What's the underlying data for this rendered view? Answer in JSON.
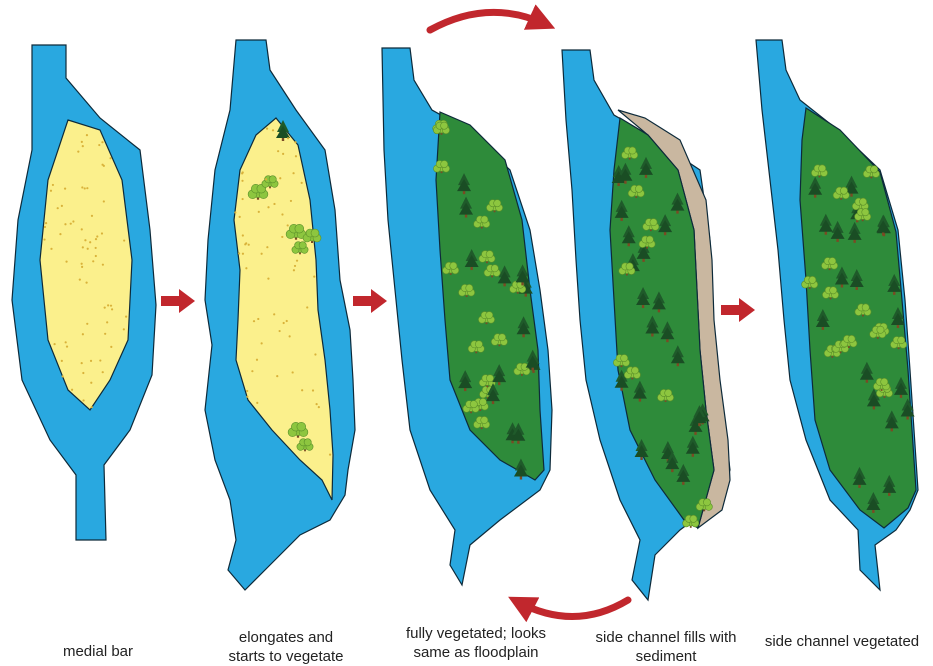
{
  "stages": [
    {
      "id": "medial-bar",
      "caption_lines": [
        "medial bar"
      ]
    },
    {
      "id": "elongates",
      "caption_lines": [
        "elongates and",
        "starts to vegetate"
      ]
    },
    {
      "id": "fully-vegetated",
      "caption_lines": [
        "fully vegetated; looks",
        "same as floodplain"
      ]
    },
    {
      "id": "side-channel-fills",
      "caption_lines": [
        "side channel fills with",
        "sediment"
      ]
    },
    {
      "id": "side-channel-vegetated",
      "caption_lines": [
        "side channel vegetated"
      ]
    }
  ],
  "colors": {
    "water": "#29a8e0",
    "bar": "#fbf08c",
    "bar_dots": "#d9b23a",
    "vegetation": "#2e8b3a",
    "sediment_fill": "#c9b7a0",
    "tree_dark": "#1f5a2a",
    "tree_light": "#8dc63f",
    "arrow": "#c1272d"
  },
  "icons": [
    "arrow-right-icon",
    "curved-arrow-forward-icon",
    "curved-arrow-back-icon",
    "tree-icon",
    "shrub-icon"
  ]
}
